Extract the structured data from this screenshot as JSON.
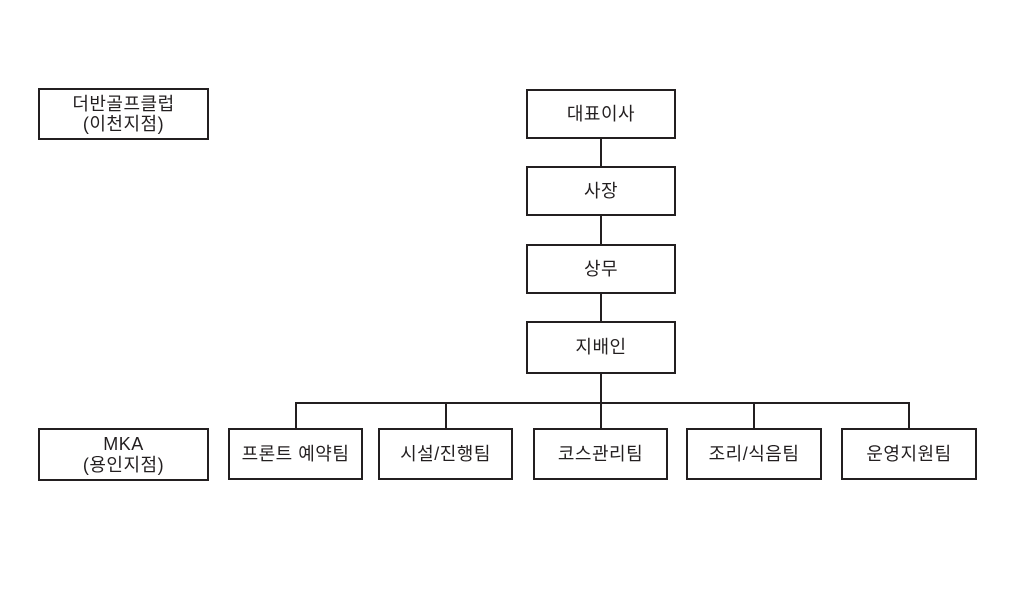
{
  "org_chart": {
    "branch_boxes": {
      "durban": {
        "name": "더반골프클럽",
        "branch": "(이천지점)"
      },
      "mka": {
        "name": "MKA",
        "branch": "(용인지점)"
      }
    },
    "hierarchy": {
      "ceo": "대표이사",
      "president": "사장",
      "managing_director": "상무",
      "general_manager": "지배인"
    },
    "teams": [
      "프론트 예약팀",
      "시설/진행팀",
      "코스관리팀",
      "조리/식음팀",
      "운영지원팀"
    ],
    "colors": {
      "line": "#231f20",
      "text": "#231f20",
      "background": "#ffffff"
    }
  }
}
